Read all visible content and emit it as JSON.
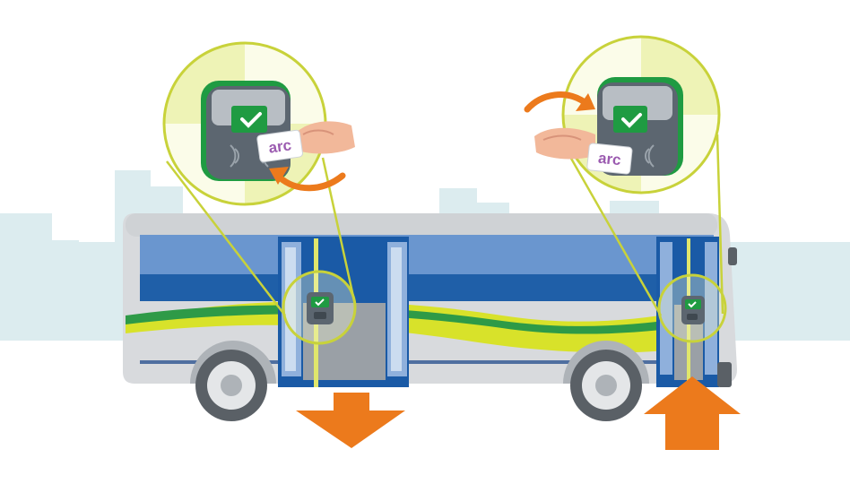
{
  "illustration": {
    "card_brand_text": "arc",
    "colors": {
      "skyline": "#dcecef",
      "bus_body": "#d8dadd",
      "bus_roof": "#cfd2d5",
      "stripe_blue": "#6a96cf",
      "stripe_dark_blue": "#1f5fa8",
      "stripe_yellow": "#d8e22a",
      "stripe_green": "#2e9a47",
      "door_blue": "#1a5aa6",
      "zoom_circle_fill": "#f4f7d2",
      "zoom_circle_stroke": "#c8d23a",
      "validator_body": "#5c6670",
      "validator_screen": "#1f9b42",
      "arrow_orange": "#ec7a1c",
      "wheel_dark": "#5a6066",
      "wheel_light": "#e4e6e8"
    },
    "flows": {
      "rear_door": "exit",
      "front_door": "board"
    },
    "icons": [
      "checkmark-icon",
      "contactless-icon",
      "tap-card",
      "hand",
      "rotate-arrow-icon",
      "down-arrow-icon",
      "up-arrow-icon"
    ]
  }
}
